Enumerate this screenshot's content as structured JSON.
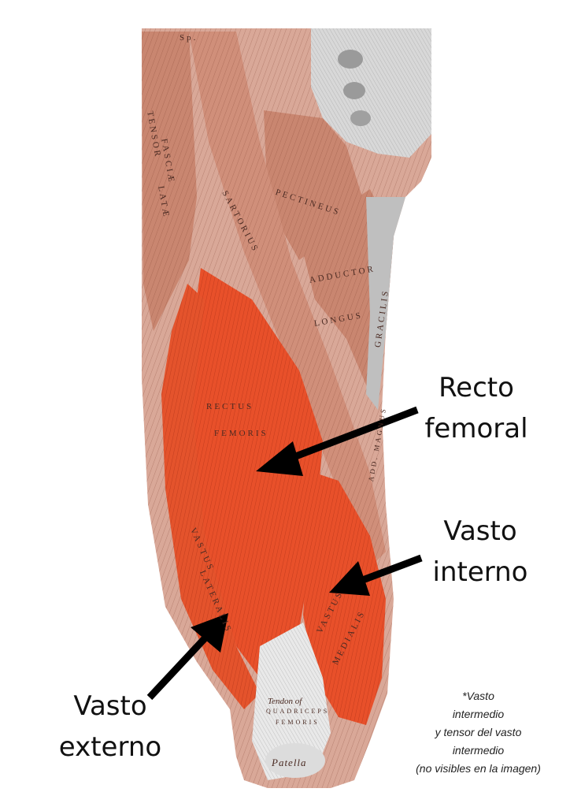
{
  "labels": {
    "recto_line1": "Recto",
    "recto_line2": "femoral",
    "interno_line1": "Vasto",
    "interno_line2": "interno",
    "externo_line1": "Vasto",
    "externo_line2": "externo"
  },
  "note": {
    "line1": "*Vasto",
    "line2": "intermedio",
    "line3": "y tensor del vasto",
    "line4": "intermedio",
    "line5": "(no visibles en la imagen)"
  },
  "muscle_labels": {
    "sp": "Sp.",
    "tensor": "TENSOR",
    "fasciae": "FASCIÆ",
    "latae": "LATÆ",
    "sartorius": "SARTORIUS",
    "pectineus": "PECTINEUS",
    "adductor": "ADDUCTOR",
    "longus": "LONGUS",
    "gracilis": "GRACILIS",
    "rectus": "RECTUS",
    "femoris": "FEMORIS",
    "add_magnus": "ADD. MAGNUS",
    "vastus_lat": "VASTUS",
    "lateralis": "LATERALIS",
    "vastus_med": "VASTUS",
    "medialis": "MEDIALIS",
    "tendon1": "Tendon of",
    "tendon2": "QUADRICEPS",
    "tendon3": "FEMORIS",
    "patella": "Patella"
  },
  "colors": {
    "highlight": "#e8502a",
    "muscle": "#c98670",
    "bone": "#d9d9d9",
    "arrow": "#000000"
  }
}
